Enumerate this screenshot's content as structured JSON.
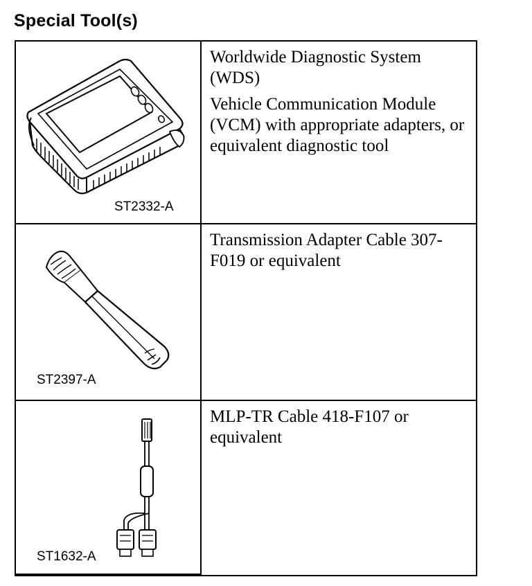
{
  "heading": "Special Tool(s)",
  "tools": [
    {
      "figure_code": "ST2332-A",
      "icon": "diagnostic-tablet-icon",
      "lines": [
        "Worldwide Diagnostic System (WDS)",
        "Vehicle Communication Module (VCM) with appropriate adapters, or equivalent diagnostic tool"
      ]
    },
    {
      "figure_code": "ST2397-A",
      "icon": "adapter-cable-icon",
      "lines": [
        "Transmission Adapter Cable 307-F019 or equivalent"
      ]
    },
    {
      "figure_code": "ST1632-A",
      "icon": "mlp-tr-cable-icon",
      "lines": [
        "MLP-TR Cable 418-F107 or equivalent"
      ]
    }
  ]
}
